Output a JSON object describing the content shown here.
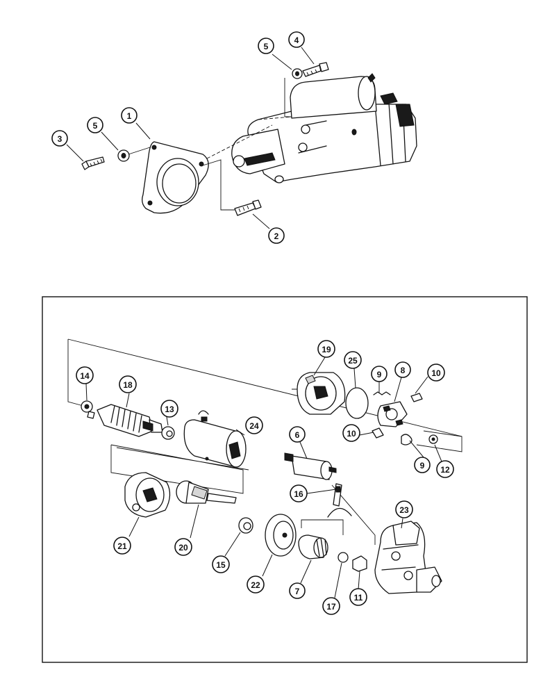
{
  "callouts": {
    "c1": "1",
    "c2": "2",
    "c3": "3",
    "c4": "4",
    "c5a": "5",
    "c5b": "5",
    "c6": "6",
    "c7": "7",
    "c8": "8",
    "c9a": "9",
    "c9b": "9",
    "c10a": "10",
    "c10b": "10",
    "c11": "11",
    "c12": "12",
    "c13": "13",
    "c14": "14",
    "c15": "15",
    "c16": "16",
    "c17": "17",
    "c18": "18",
    "c19": "19",
    "c20": "20",
    "c21": "21",
    "c22": "22",
    "c23": "23",
    "c24": "24",
    "c25": "25"
  }
}
